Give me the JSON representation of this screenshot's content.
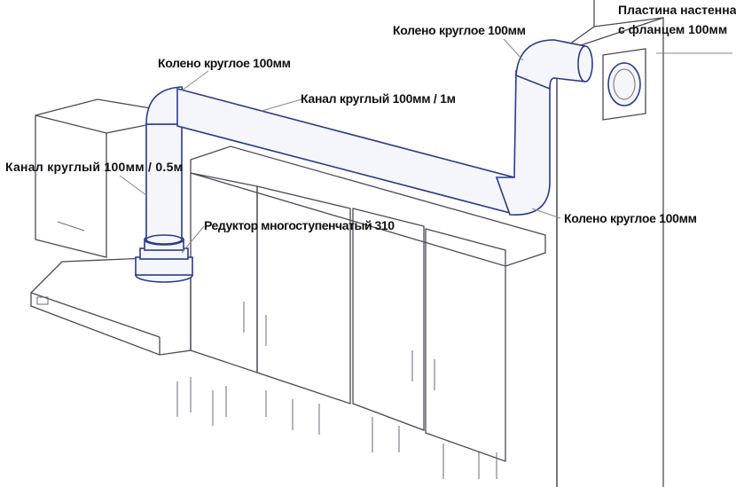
{
  "labels": {
    "wall_plate_line1": "Пластина настенная",
    "wall_plate_line2": "с фланцем 100мм",
    "elbow_top_right": "Колено круглое 100мм",
    "elbow_top_left": "Колено круглое 100мм",
    "duct_1m": "Канал круглый 100мм / 1м",
    "duct_05m": "Канал круглый 100мм / 0.5м",
    "reducer": "Редуктор многоступенчатый 310",
    "elbow_bottom_right": "Колено круглое 100мм"
  },
  "colors": {
    "pipe": "#2b3a8a",
    "outline": "#4a4a55"
  }
}
